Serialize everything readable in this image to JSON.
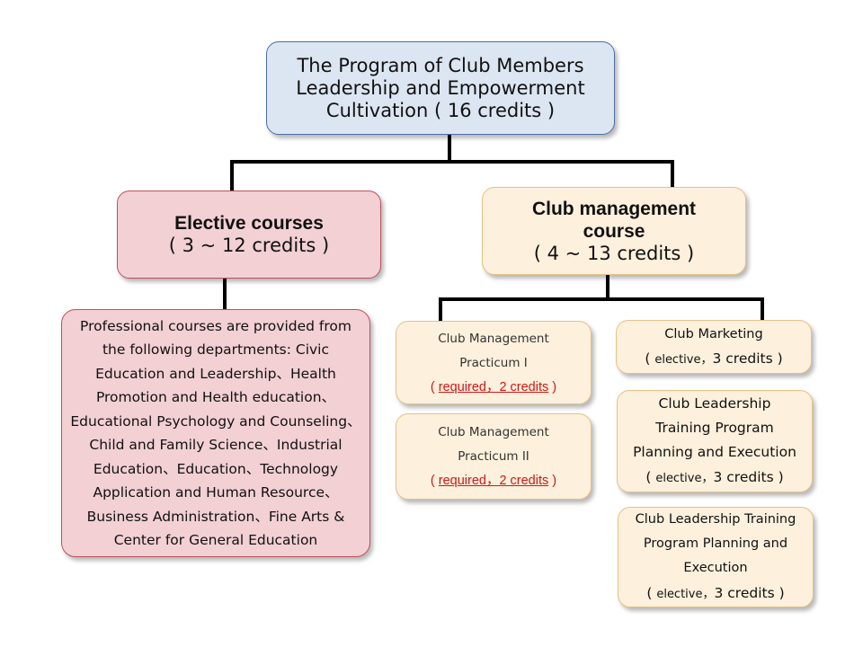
{
  "root": {
    "lines": [
      "The Program of Club Members",
      "Leadership and Empowerment",
      "Cultivation ( 16 credits )"
    ]
  },
  "elective": {
    "title": "Elective courses",
    "credits": "( 3 ~ 12 credits )"
  },
  "club": {
    "title_lines": [
      "Club management",
      "course"
    ],
    "credits": "( 4 ~ 13 credits )"
  },
  "professional": {
    "lines": [
      "Professional courses are provided from",
      "the following departments: Civic",
      "Education and Leadership、Health",
      "Promotion and Health education、",
      "Educational Psychology and Counseling、",
      "Child and Family Science、Industrial",
      "Education、Education、Technology",
      "Application and Human Resource、",
      "Business Administration、Fine Arts &",
      "Center for General Education"
    ]
  },
  "practicum1": {
    "lines": [
      "Club Management",
      "Practicum I"
    ],
    "open": "( ",
    "req": "required，2 credits",
    "close": " )"
  },
  "practicum2": {
    "lines": [
      "Club Management",
      "Practicum II"
    ],
    "open": "( ",
    "req": "required，2 credits",
    "close": " )"
  },
  "marketing": {
    "title": "Club Marketing",
    "open": "( ",
    "type": "elective，",
    "credits": "3 credits",
    "close": " )"
  },
  "leadership1": {
    "lines": [
      "Club Leadership",
      "Training Program",
      "Planning and Execution"
    ],
    "open": "( ",
    "type": "elective，",
    "credits": "3 credits",
    "close": " )"
  },
  "leadership2": {
    "lines": [
      "Club Leadership Training",
      "Program Planning and",
      "Execution"
    ],
    "open": "( ",
    "type": "elective，",
    "credits": "3 credits",
    "close": " )"
  },
  "colors": {
    "root_fill": "#dce6f2",
    "elective_fill": "#f2d0d4",
    "club_fill": "#fdf0dc",
    "required_text": "#d01818",
    "connector": "#000000"
  }
}
